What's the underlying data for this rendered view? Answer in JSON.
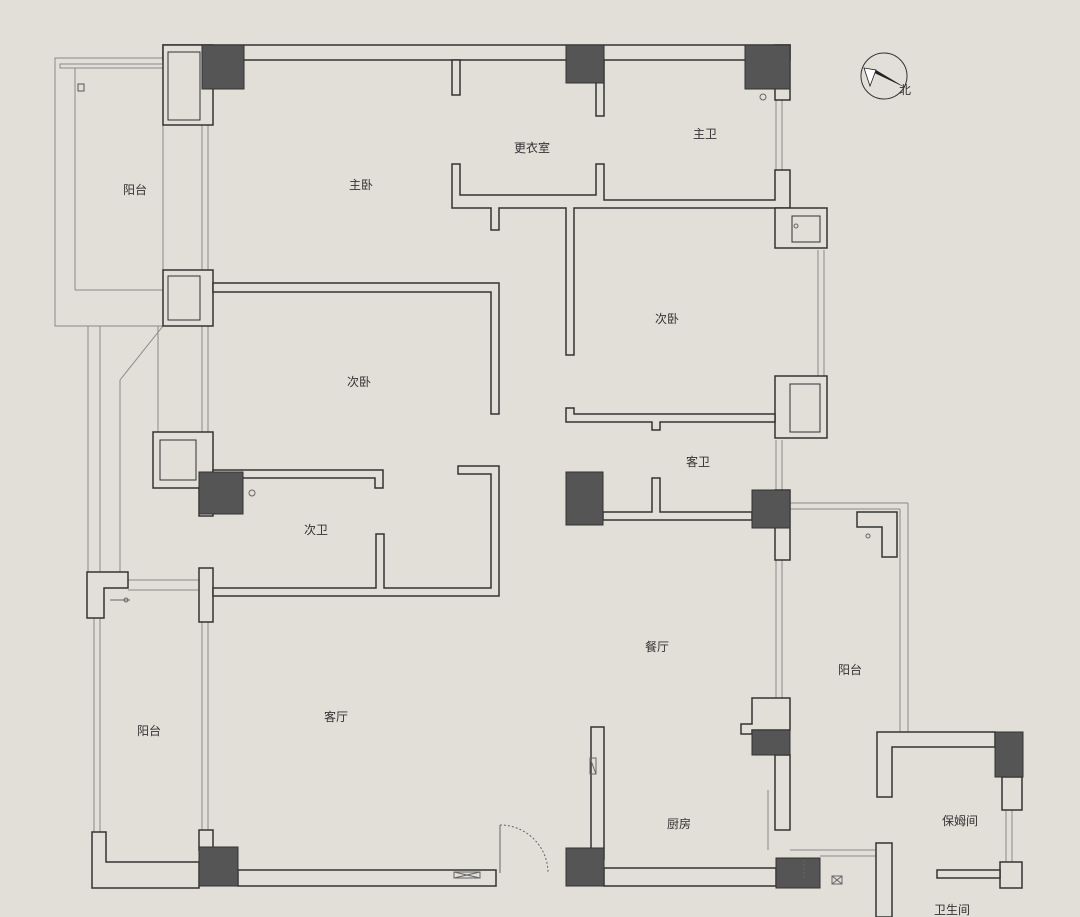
{
  "colors": {
    "background": "#e2ded8",
    "wall_outline": "#333333",
    "wall_fill": "#e2ded8",
    "column_fill": "#555555",
    "thin_line": "#8a8a8a"
  },
  "compass": {
    "label": "北",
    "icon": "compass-north-arrow-icon"
  },
  "rooms": {
    "master_bedroom": "主卧",
    "dressing_room": "更衣室",
    "master_bath": "主卫",
    "balcony_north": "阳台",
    "second_bedroom_left": "次卧",
    "second_bedroom_right": "次卧",
    "guest_bath": "客卫",
    "second_bath": "次卫",
    "dining_room": "餐厅",
    "living_room": "客厅",
    "balcony_south": "阳台",
    "balcony_east": "阳台",
    "kitchen": "厨房",
    "maid_room": "保姆间",
    "bathroom": "卫生间"
  }
}
